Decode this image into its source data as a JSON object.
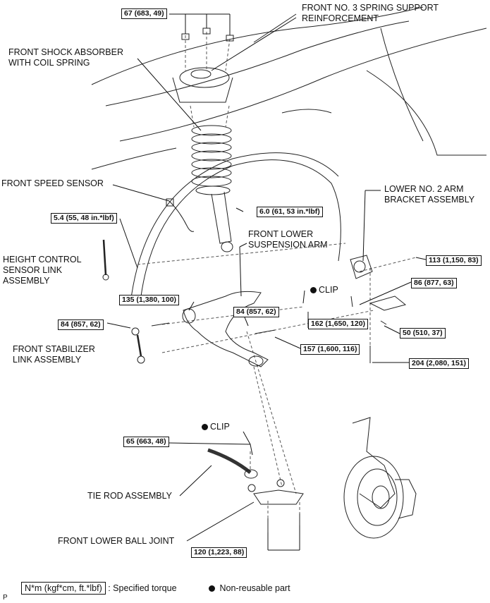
{
  "labels": {
    "spring_support": [
      "FRONT NO. 3 SPRING SUPPORT",
      "REINFORCEMENT"
    ],
    "shock_absorber": [
      "FRONT SHOCK ABSORBER",
      "WITH COIL SPRING"
    ],
    "speed_sensor": [
      "FRONT SPEED SENSOR"
    ],
    "lower_arm_bracket": [
      "LOWER NO. 2 ARM",
      "BRACKET ASSEMBLY"
    ],
    "height_sensor": [
      "HEIGHT CONTROL",
      "SENSOR LINK",
      "ASSEMBLY"
    ],
    "lower_susp_arm": [
      "FRONT LOWER",
      "SUSPENSION  ARM"
    ],
    "stabilizer_link": [
      "FRONT STABILIZER",
      "LINK ASSEMBLY"
    ],
    "tie_rod": [
      "TIE ROD ASSEMBLY"
    ],
    "lower_ball_joint": [
      "FRONT LOWER BALL JOINT"
    ],
    "clip_1": "CLIP",
    "clip_2": "CLIP"
  },
  "torques": {
    "t67": "67 (683, 49)",
    "t6": "6.0 (61, 53 in.*lbf)",
    "t54": "5.4 (55, 48 in.*lbf)",
    "t113": "113 (1,150, 83)",
    "t86": "86 (877, 63)",
    "t135": "135 (1,380, 100)",
    "t84a": "84 (857, 62)",
    "t84b": "84 (857, 62)",
    "t162": "162 (1,650, 120)",
    "t50": "50 (510, 37)",
    "t157": "157 (1,600, 116)",
    "t204": "204 (2,080, 151)",
    "t65": "65 (663, 48)",
    "t120": "120 (1,223, 88)"
  },
  "legend": {
    "torque_unit": "N*m (kgf*cm, ft.*lbf)",
    "torque_desc": ": Specified torque",
    "nonreusable": "Non-reusable part"
  },
  "footer_code": "P"
}
